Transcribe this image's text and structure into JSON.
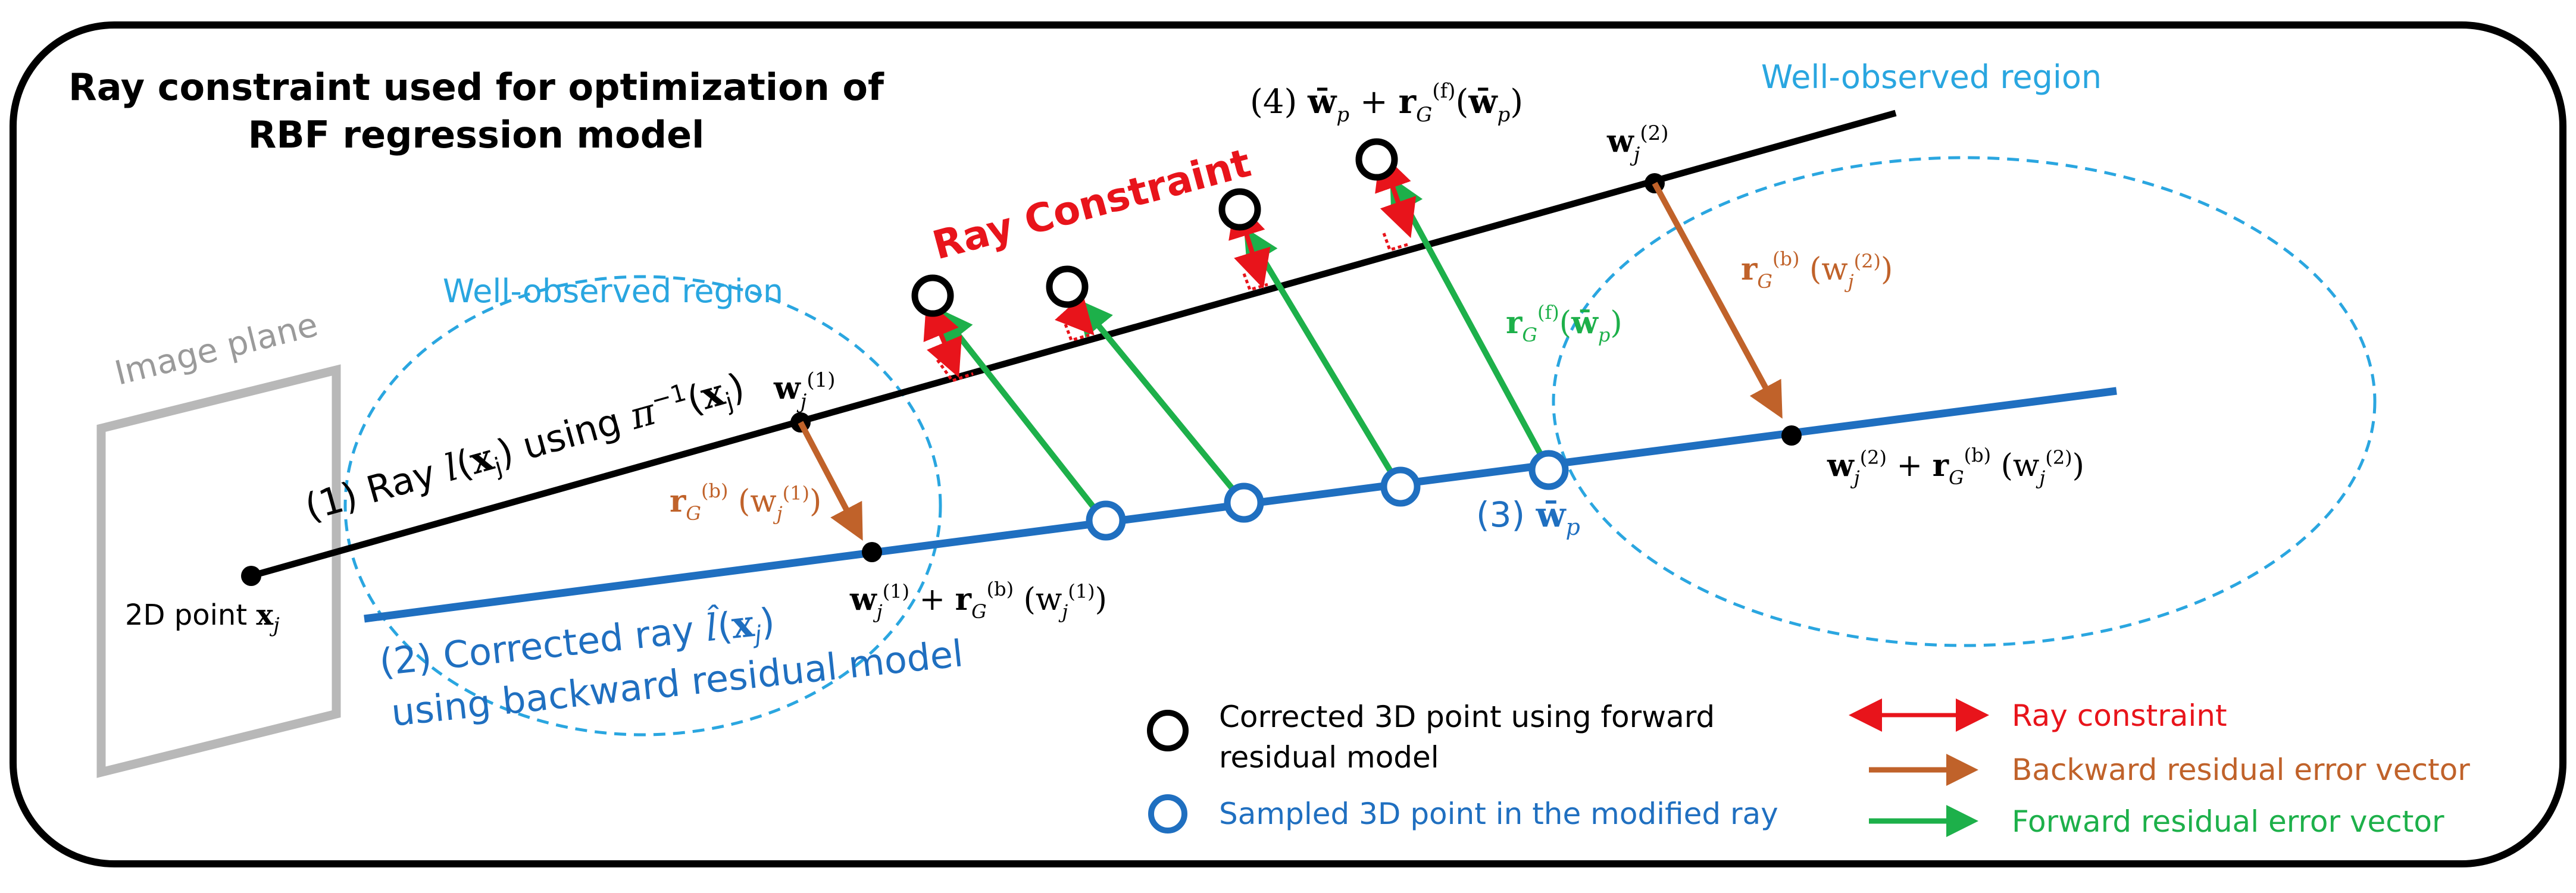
{
  "title_line1": "Ray constraint used for optimization of",
  "title_line2": "RBF regression model",
  "well_observed_left": "Well-observed region",
  "well_observed_right": "Well-observed region",
  "image_plane": "Image plane",
  "point_2d_label": "2D point ",
  "point_2d_symbol": "x",
  "point_2d_sub": "j",
  "ray_label_1": "(1) Ray ",
  "ray_label_2": "using ",
  "corrected_ray_label": "(2) Corrected ray ",
  "corrected_ray_sub": "using backward residual model",
  "ray_constraint_label": "Ray Constraint",
  "sampled_label": "(3) ",
  "legend": {
    "black_circle": "Corrected 3D point using forward",
    "black_circle_2": "residual model",
    "blue_circle": "Sampled 3D point in the modified ray",
    "red_arrow": "Ray constraint",
    "orange_arrow": "Backward residual error vector",
    "green_arrow": "Forward residual error vector"
  },
  "colors": {
    "black": "#000000",
    "blue_ray": "#1f6fc0",
    "dashed_region": "#2aa6e0",
    "region_text": "#29a6e0",
    "red": "#e8141b",
    "orange": "#c0622a",
    "green": "#1db04a",
    "gray": "#b8b8b8"
  }
}
